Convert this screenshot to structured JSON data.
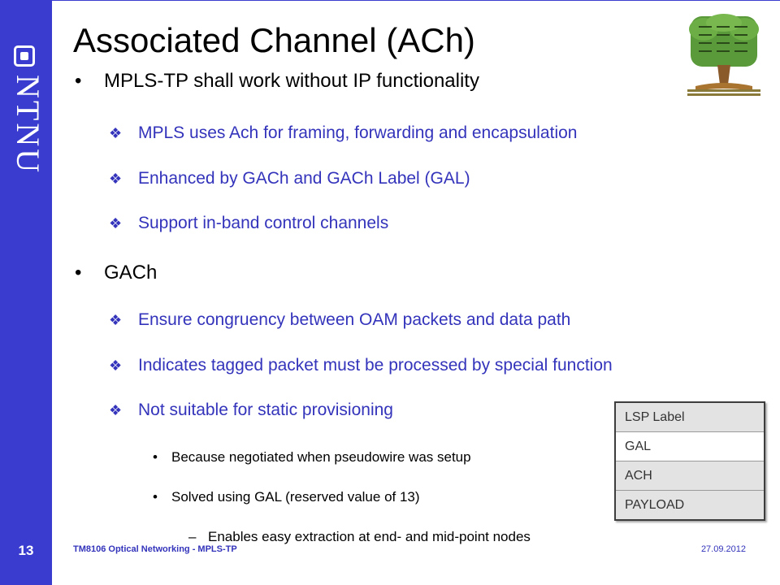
{
  "sidebar": {
    "logo_text": "NTNU",
    "slide_number": "13"
  },
  "title": "Associated Channel (ACh)",
  "bullets": [
    {
      "text": "MPLS-TP shall work without IP functionality",
      "children": [
        "MPLS uses Ach for framing, forwarding and encapsulation",
        "Enhanced by GACh and GACh Label (GAL)",
        "Support in-band control channels"
      ]
    },
    {
      "text": "GACh",
      "children": [
        "Ensure congruency between OAM packets and data path",
        "Indicates tagged packet must be processed by special function",
        "Not suitable for static provisioning"
      ],
      "sub": [
        "Because negotiated when pseudowire was setup",
        "Solved using GAL (reserved value of 13)"
      ],
      "subsub": "Enables easy extraction at end- and mid-point nodes"
    }
  ],
  "label_stack": [
    "LSP Label",
    "GAL",
    "ACH",
    "PAYLOAD"
  ],
  "footer": {
    "course": "TM8106 Optical Networking  - MPLS-TP",
    "date": "27.09.2012"
  },
  "colors": {
    "sidebar": "#3a3ccf",
    "sub_bullet_text": "#3333bb"
  },
  "icons": {
    "logo": "ntnu-logo-square-icon",
    "tree": "tree-illustration-icon",
    "sub_bullet": "diamond-bullet-icon"
  }
}
